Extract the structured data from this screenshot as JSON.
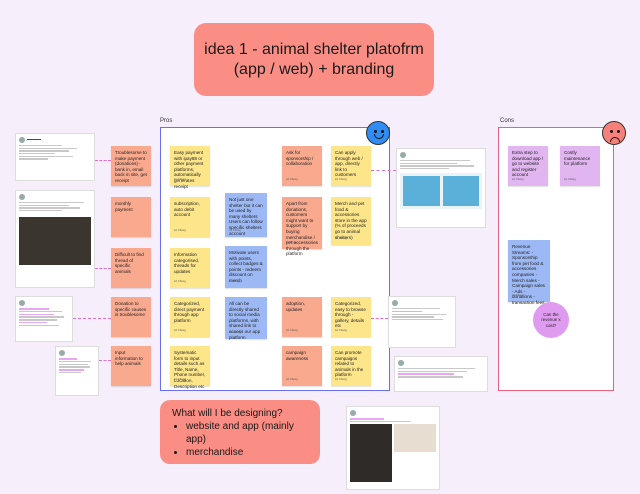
{
  "title": "idea 1 - animal shelter platofrm (app / web) + branding",
  "sections": {
    "pros": "Pros",
    "cons": "Cons"
  },
  "colors": {
    "yellow": "#fde58a",
    "orange": "#f9a98d",
    "blue": "#9db9f5",
    "purple": "#e1b5f0",
    "title": "#fa8d84"
  },
  "stickies": {
    "troublesome": "Troublesome to make payment (donations) - bank in, email back in site, get receipt",
    "monthly": "monthly payment",
    "difficult": "Difficult to find thread of specific animals",
    "donation": "Donation to specific causes is troublesome",
    "input": "Input information to help animals",
    "easy_payment": "Easy payment with ipay88 or other payment platforms, automatically generates receipt",
    "subscription": "subscription, auto debit account",
    "info_cat": "Information categorised, threads for updates",
    "categorized": "Categorized, direct payment through app platform",
    "systematic": "Systematic form to input details such as Title, Name, Phone number, Location, Description etc",
    "not_just": "Not just one shelter but it can be used by many shelters Users can follow specific shelters account",
    "motivate": "Motivate users with points, collect badges & points - redeem discount on merch",
    "share": "All can be directly shared to social media platforms, with shared link to access our app platform",
    "ask_sponsor": "Ask for sponsorship / collaboration",
    "apart": "Apart from donations, customers might want to support by buying merchandise / pet accessories through the platform",
    "adoption": "adoption, updates",
    "campaign": "campaign awareness",
    "can_apply": "Can apply through web / app, directly link to customers",
    "merch_pet": "Merch and pet food & accessories store in the app (% of proceeds go to animal shelters)",
    "easy_browse": "Categorized, easy to browse through - gallery, details etc",
    "promote": "Can promote campaigns related to animals in the platform",
    "extra_step": "Extra step to download app / go to website and register account",
    "costly": "Costly maintenance for platform",
    "revenue": "Revenue Streams: - Sponsorship from pet food & accessories companies - Merch sales - Campaign sales - Ads - donations - transaction fees",
    "circle": "Can the revenue x cost?"
  },
  "icons": {
    "happy": "happy-face-icon",
    "sad": "sad-face-icon"
  },
  "design": {
    "heading": "What will I be designing?",
    "items": [
      "website and app (mainly app)",
      "merchandise"
    ]
  }
}
